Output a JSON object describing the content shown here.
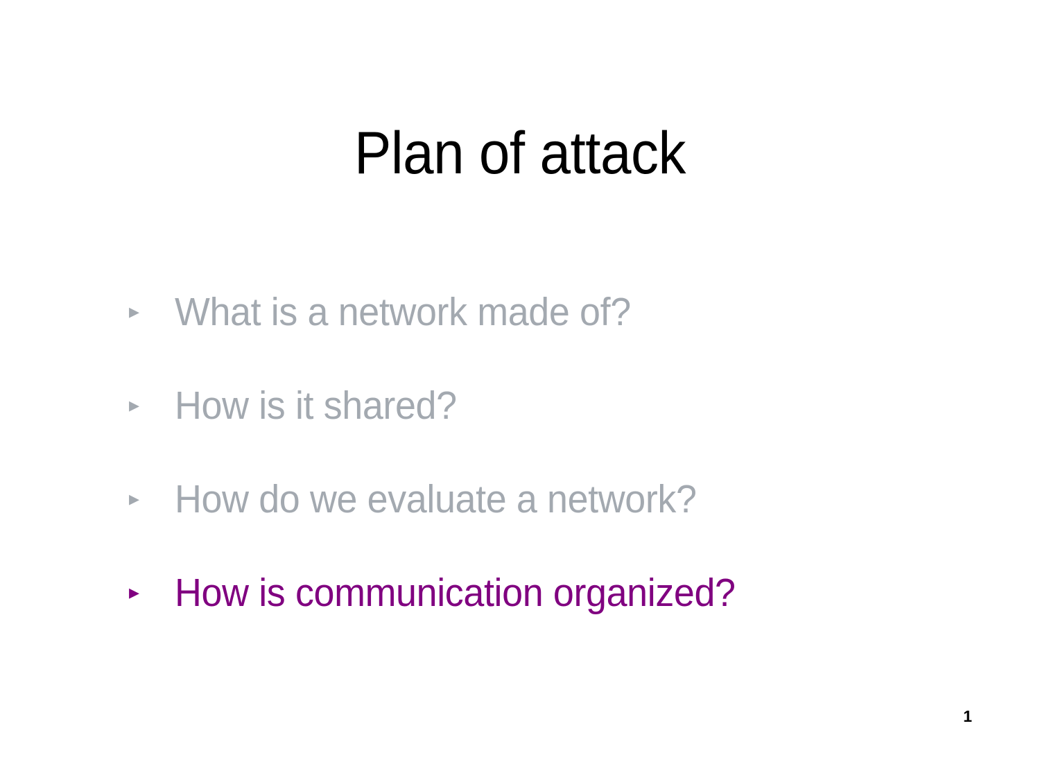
{
  "slide": {
    "title": "Plan of attack",
    "page_number": "1",
    "background_color": "#ffffff",
    "title_color": "#000000",
    "muted_color": "#A3A9B0",
    "accent_color": "#800080",
    "bullet_glyph": "▸",
    "items": [
      {
        "label": "What is a network made of?",
        "state": "muted"
      },
      {
        "label": "How is it shared?",
        "state": "muted"
      },
      {
        "label": "How do we evaluate a network?",
        "state": "muted"
      },
      {
        "label": "How is communication organized?",
        "state": "current"
      }
    ]
  }
}
